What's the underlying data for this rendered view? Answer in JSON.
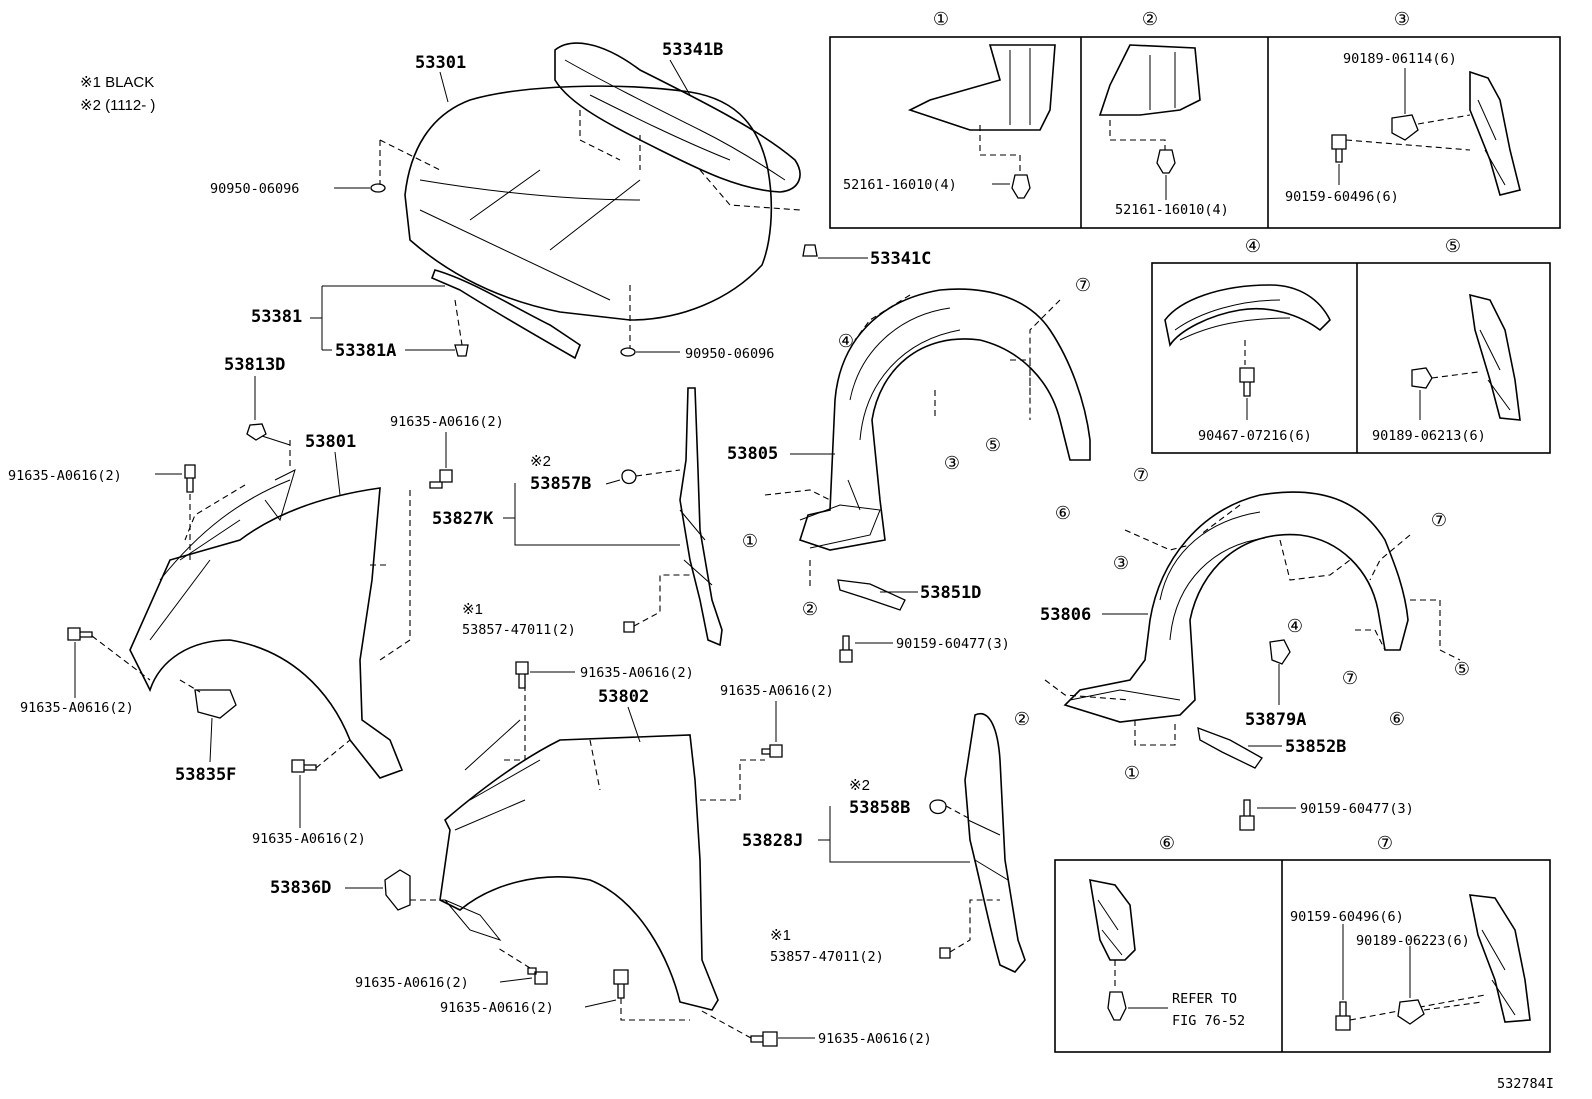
{
  "notes": {
    "n1": "※1  BLACK",
    "n2": "※2  (1112-        )"
  },
  "hood": {
    "hood": "53301",
    "hood_insulator": "53341B",
    "clip_right": "53341C",
    "plug_upper": "90950-06096",
    "plug_lower": "90950-06096",
    "seal": "53381",
    "seal_sub": "53381A"
  },
  "left_fender": {
    "fender": "53801",
    "cushion": "53813D",
    "bolt_a": "91635-A0616(2)",
    "bolt_b": "91635-A0616(2)",
    "bolt_c": "91635-A0616(2)",
    "bolt_d": "91635-A0616(2)",
    "bracket": "53835F"
  },
  "seal_left": {
    "marker": "※2",
    "plug": "53857B",
    "seal": "53827K",
    "clip_marker": "※1",
    "clip": "53857-47011(2)"
  },
  "right_fender": {
    "fender": "53802",
    "bolt_top": "91635-A0616(2)",
    "bolt_top_right": "91635-A0616(2)",
    "bracket": "53836D",
    "bolt_bottom_1": "91635-A0616(2)",
    "bolt_bottom_2": "91635-A0616(2)",
    "bolt_bottom_3": "91635-A0616(2)"
  },
  "seal_right": {
    "marker": "※2",
    "plug": "53858B",
    "seal": "53828J",
    "clip_marker": "※1",
    "clip": "53857-47011(2)"
  },
  "liner_left": {
    "liner": "53805",
    "bracket": "53851D",
    "screw": "90159-60477(3)"
  },
  "liner_right": {
    "liner": "53806",
    "clip": "53879A",
    "bracket": "53852B",
    "screw": "90159-60477(3)"
  },
  "callouts": [
    "①",
    "②",
    "③",
    "④",
    "⑤",
    "⑥",
    "⑦"
  ],
  "detail_boxes": {
    "d1": {
      "label": "①",
      "part": "52161-16010(4)"
    },
    "d2": {
      "label": "②",
      "part": "52161-16010(4)"
    },
    "d3": {
      "label": "③",
      "part_a": "90189-06114(6)",
      "part_b": "90159-60496(6)"
    },
    "d4": {
      "label": "④",
      "part": "90467-07216(6)"
    },
    "d5": {
      "label": "⑤",
      "part": "90189-06213(6)"
    },
    "d6": {
      "label": "⑥",
      "ref1": "REFER TO",
      "ref2": "FIG 76-52"
    },
    "d7": {
      "label": "⑦",
      "part_a": "90159-60496(6)",
      "part_b": "90189-06223(6)"
    }
  },
  "figure_id": "532784I"
}
